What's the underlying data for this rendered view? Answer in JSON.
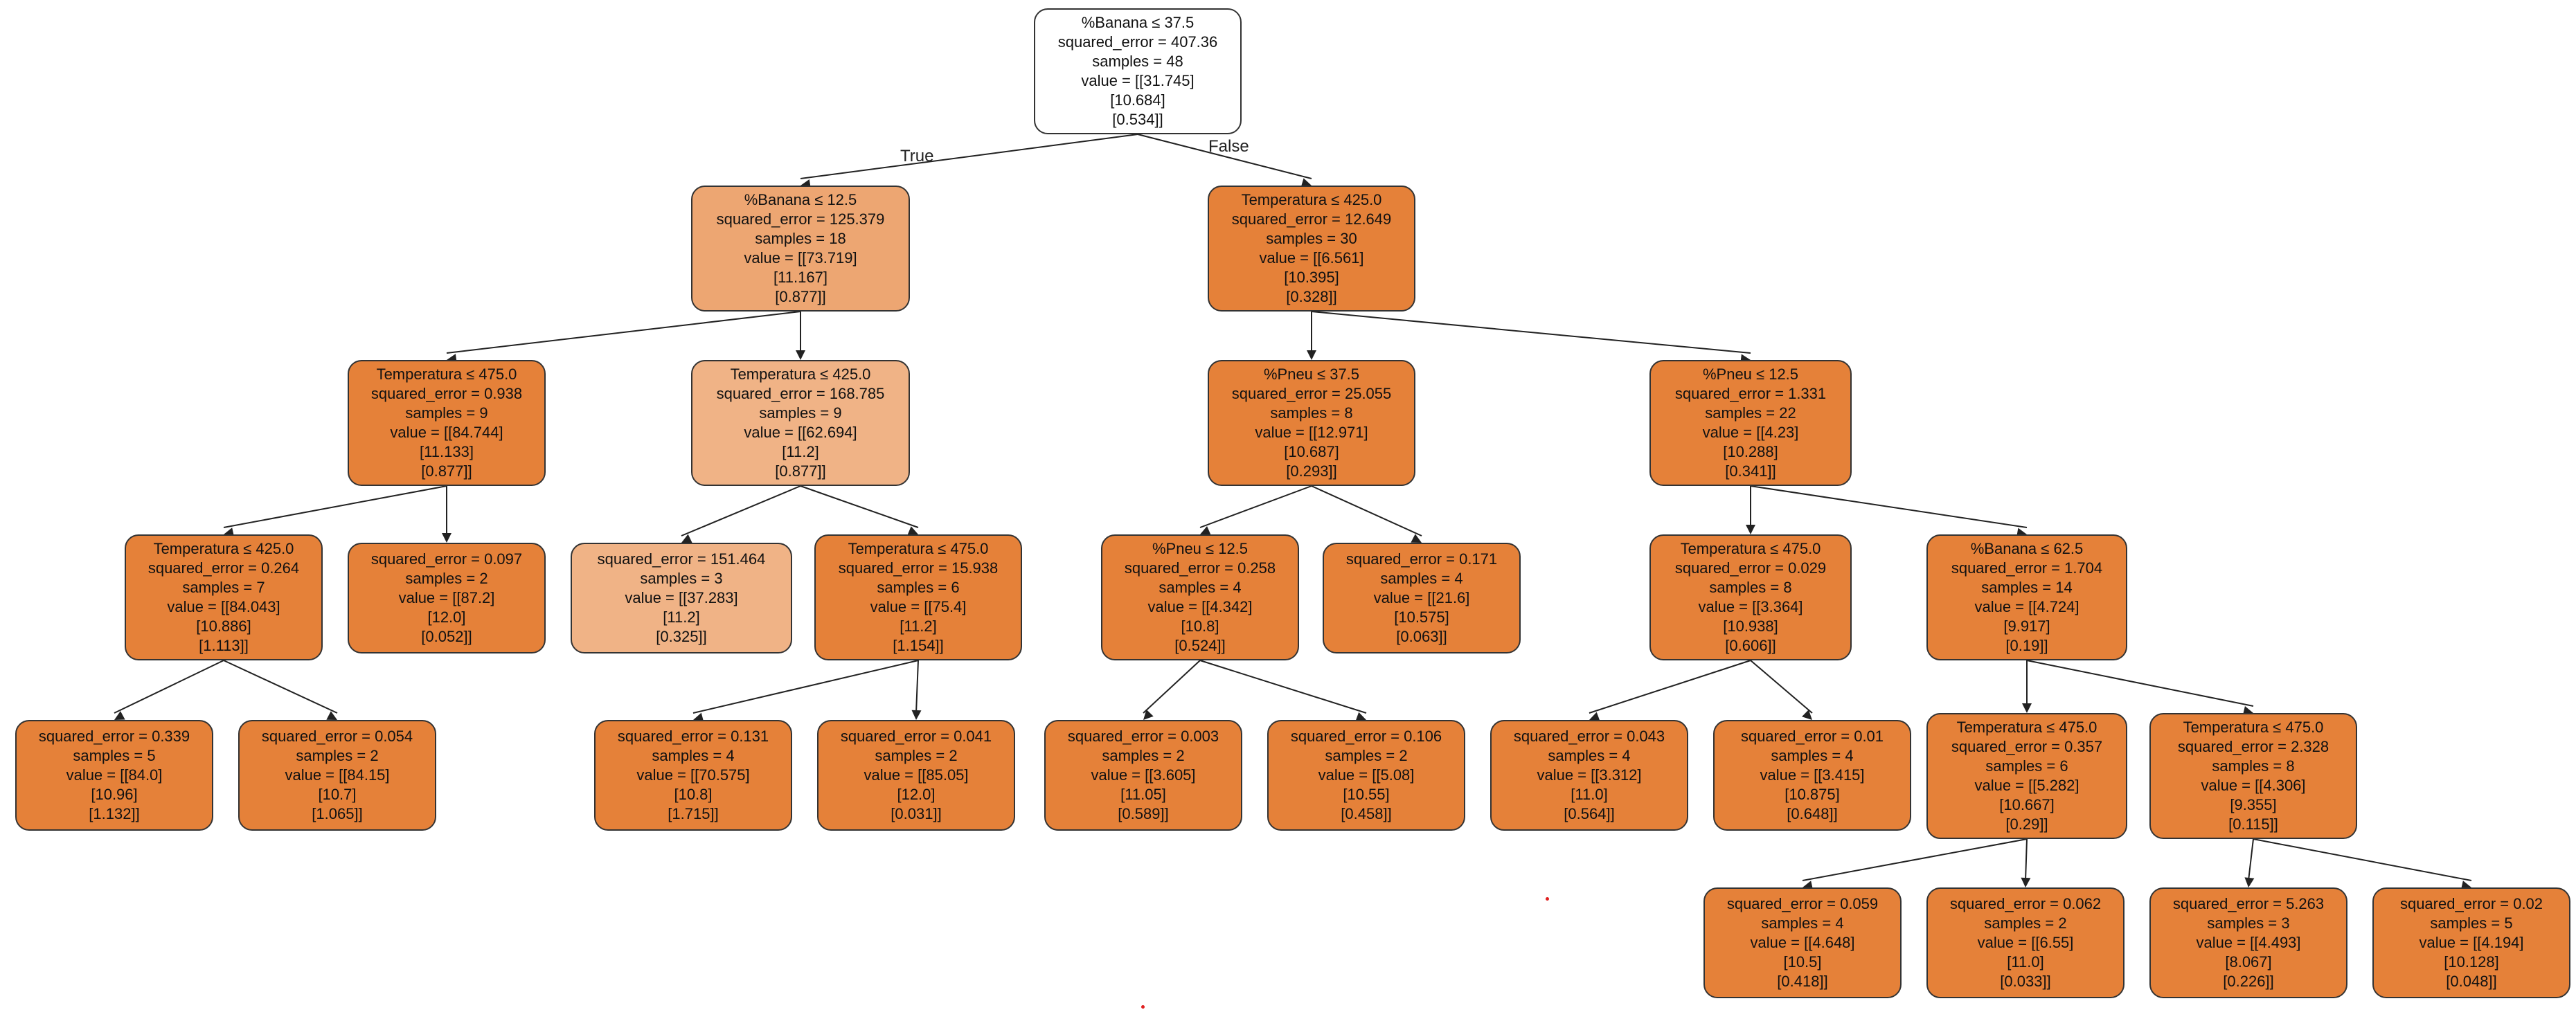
{
  "edge_labels": {
    "true_label": "True",
    "false_label": "False"
  },
  "colors": {
    "dark": "#e58139",
    "mid": "#eda672",
    "light": "#f0b386",
    "root": "#ffffff"
  },
  "nodes": [
    {
      "id": "n0",
      "shade": "root",
      "lines": [
        "%Banana ≤ 37.5",
        "squared_error = 407.36",
        "samples = 48",
        "value = [[31.745]",
        "[10.684]",
        "[0.534]]"
      ]
    },
    {
      "id": "n1",
      "shade": "mid",
      "lines": [
        "%Banana ≤ 12.5",
        "squared_error = 125.379",
        "samples = 18",
        "value = [[73.719]",
        "[11.167]",
        "[0.877]]"
      ]
    },
    {
      "id": "n2",
      "shade": "dark",
      "lines": [
        "Temperatura ≤ 475.0",
        "squared_error = 0.938",
        "samples = 9",
        "value = [[84.744]",
        "[11.133]",
        "[0.877]]"
      ]
    },
    {
      "id": "n3",
      "shade": "dark",
      "lines": [
        "Temperatura ≤ 425.0",
        "squared_error = 0.264",
        "samples = 7",
        "value = [[84.043]",
        "[10.886]",
        "[1.113]]"
      ]
    },
    {
      "id": "n4",
      "shade": "dark",
      "lines": [
        "squared_error = 0.339",
        "samples = 5",
        "value = [[84.0]",
        "[10.96]",
        "[1.132]]"
      ]
    },
    {
      "id": "n5",
      "shade": "dark",
      "lines": [
        "squared_error = 0.054",
        "samples = 2",
        "value = [[84.15]",
        "[10.7]",
        "[1.065]]"
      ]
    },
    {
      "id": "n6",
      "shade": "dark",
      "lines": [
        "squared_error = 0.097",
        "samples = 2",
        "value = [[87.2]",
        "[12.0]",
        "[0.052]]"
      ]
    },
    {
      "id": "n7",
      "shade": "light",
      "lines": [
        "Temperatura ≤ 425.0",
        "squared_error = 168.785",
        "samples = 9",
        "value = [[62.694]",
        "[11.2]",
        "[0.877]]"
      ]
    },
    {
      "id": "n8",
      "shade": "light",
      "lines": [
        "squared_error = 151.464",
        "samples = 3",
        "value = [[37.283]",
        "[11.2]",
        "[0.325]]"
      ]
    },
    {
      "id": "n9",
      "shade": "dark",
      "lines": [
        "Temperatura ≤ 475.0",
        "squared_error = 15.938",
        "samples = 6",
        "value = [[75.4]",
        "[11.2]",
        "[1.154]]"
      ]
    },
    {
      "id": "n10",
      "shade": "dark",
      "lines": [
        "squared_error = 0.131",
        "samples = 4",
        "value = [[70.575]",
        "[10.8]",
        "[1.715]]"
      ]
    },
    {
      "id": "n11",
      "shade": "dark",
      "lines": [
        "squared_error = 0.041",
        "samples = 2",
        "value = [[85.05]",
        "[12.0]",
        "[0.031]]"
      ]
    },
    {
      "id": "n12",
      "shade": "dark",
      "lines": [
        "Temperatura ≤ 425.0",
        "squared_error = 12.649",
        "samples = 30",
        "value = [[6.561]",
        "[10.395]",
        "[0.328]]"
      ]
    },
    {
      "id": "n13",
      "shade": "dark",
      "lines": [
        "%Pneu ≤ 37.5",
        "squared_error = 25.055",
        "samples = 8",
        "value = [[12.971]",
        "[10.687]",
        "[0.293]]"
      ]
    },
    {
      "id": "n14",
      "shade": "dark",
      "lines": [
        "%Pneu ≤ 12.5",
        "squared_error = 0.258",
        "samples = 4",
        "value = [[4.342]",
        "[10.8]",
        "[0.524]]"
      ]
    },
    {
      "id": "n15",
      "shade": "dark",
      "lines": [
        "squared_error = 0.003",
        "samples = 2",
        "value = [[3.605]",
        "[11.05]",
        "[0.589]]"
      ]
    },
    {
      "id": "n16",
      "shade": "dark",
      "lines": [
        "squared_error = 0.106",
        "samples = 2",
        "value = [[5.08]",
        "[10.55]",
        "[0.458]]"
      ]
    },
    {
      "id": "n17",
      "shade": "dark",
      "lines": [
        "squared_error = 0.171",
        "samples = 4",
        "value = [[21.6]",
        "[10.575]",
        "[0.063]]"
      ]
    },
    {
      "id": "n18",
      "shade": "dark",
      "lines": [
        "%Pneu ≤ 12.5",
        "squared_error = 1.331",
        "samples = 22",
        "value = [[4.23]",
        "[10.288]",
        "[0.341]]"
      ]
    },
    {
      "id": "n19",
      "shade": "dark",
      "lines": [
        "Temperatura ≤ 475.0",
        "squared_error = 0.029",
        "samples = 8",
        "value = [[3.364]",
        "[10.938]",
        "[0.606]]"
      ]
    },
    {
      "id": "n20",
      "shade": "dark",
      "lines": [
        "squared_error = 0.043",
        "samples = 4",
        "value = [[3.312]",
        "[11.0]",
        "[0.564]]"
      ]
    },
    {
      "id": "n21",
      "shade": "dark",
      "lines": [
        "squared_error = 0.01",
        "samples = 4",
        "value = [[3.415]",
        "[10.875]",
        "[0.648]]"
      ]
    },
    {
      "id": "n22",
      "shade": "dark",
      "lines": [
        "%Banana ≤ 62.5",
        "squared_error = 1.704",
        "samples = 14",
        "value = [[4.724]",
        "[9.917]",
        "[0.19]]"
      ]
    },
    {
      "id": "n23",
      "shade": "dark",
      "lines": [
        "Temperatura ≤ 475.0",
        "squared_error = 0.357",
        "samples = 6",
        "value = [[5.282]",
        "[10.667]",
        "[0.29]]"
      ]
    },
    {
      "id": "n24",
      "shade": "dark",
      "lines": [
        "squared_error = 0.059",
        "samples = 4",
        "value = [[4.648]",
        "[10.5]",
        "[0.418]]"
      ]
    },
    {
      "id": "n25",
      "shade": "dark",
      "lines": [
        "squared_error = 0.062",
        "samples = 2",
        "value = [[6.55]",
        "[11.0]",
        "[0.033]]"
      ]
    },
    {
      "id": "n26",
      "shade": "dark",
      "lines": [
        "Temperatura ≤ 475.0",
        "squared_error = 2.328",
        "samples = 8",
        "value = [[4.306]",
        "[9.355]",
        "[0.115]]"
      ]
    },
    {
      "id": "n27",
      "shade": "dark",
      "lines": [
        "squared_error = 5.263",
        "samples = 3",
        "value = [[4.493]",
        "[8.067]",
        "[0.226]]"
      ]
    },
    {
      "id": "n28",
      "shade": "dark",
      "lines": [
        "squared_error = 0.02",
        "samples = 5",
        "value = [[4.194]",
        "[10.128]",
        "[0.048]]"
      ]
    }
  ],
  "edges": [
    [
      "n0",
      "n1"
    ],
    [
      "n0",
      "n12"
    ],
    [
      "n1",
      "n2"
    ],
    [
      "n1",
      "n7"
    ],
    [
      "n2",
      "n3"
    ],
    [
      "n2",
      "n6"
    ],
    [
      "n3",
      "n4"
    ],
    [
      "n3",
      "n5"
    ],
    [
      "n7",
      "n8"
    ],
    [
      "n7",
      "n9"
    ],
    [
      "n9",
      "n10"
    ],
    [
      "n9",
      "n11"
    ],
    [
      "n12",
      "n13"
    ],
    [
      "n12",
      "n18"
    ],
    [
      "n13",
      "n14"
    ],
    [
      "n13",
      "n17"
    ],
    [
      "n14",
      "n15"
    ],
    [
      "n14",
      "n16"
    ],
    [
      "n18",
      "n19"
    ],
    [
      "n18",
      "n22"
    ],
    [
      "n19",
      "n20"
    ],
    [
      "n19",
      "n21"
    ],
    [
      "n22",
      "n23"
    ],
    [
      "n22",
      "n26"
    ],
    [
      "n23",
      "n24"
    ],
    [
      "n23",
      "n25"
    ],
    [
      "n26",
      "n27"
    ],
    [
      "n26",
      "n28"
    ]
  ]
}
